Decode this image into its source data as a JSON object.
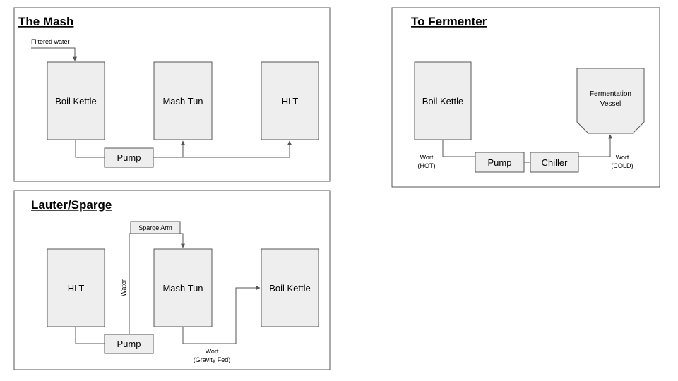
{
  "panels": {
    "mash": {
      "title": "The Mash",
      "filtered_water": "Filtered water",
      "boil_kettle": "Boil Kettle",
      "mash_tun": "Mash Tun",
      "hlt": "HLT",
      "pump": "Pump"
    },
    "fermenter": {
      "title": "To Fermenter",
      "boil_kettle": "Boil Kettle",
      "vessel_line1": "Fermentation",
      "vessel_line2": "Vessel",
      "pump": "Pump",
      "chiller": "Chiller",
      "wort_hot_line1": "Wort",
      "wort_hot_line2": "(HOT)",
      "wort_cold_line1": "Wort",
      "wort_cold_line2": "(COLD)"
    },
    "lauter": {
      "title": "Lauter/Sparge",
      "hlt": "HLT",
      "mash_tun": "Mash Tun",
      "boil_kettle": "Boil Kettle",
      "pump": "Pump",
      "sparge_arm": "Sparge Arm",
      "water": "Water",
      "wort_line1": "Wort",
      "wort_line2": "(Gravity Fed)"
    }
  },
  "colors": {
    "box_fill": "#eeeeee",
    "stroke": "#555555",
    "background": "#ffffff"
  }
}
